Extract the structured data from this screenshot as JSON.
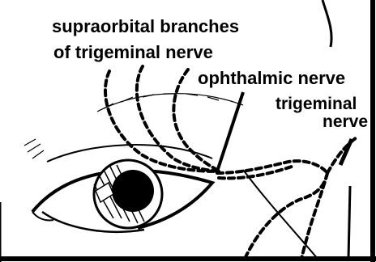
{
  "labels": {
    "supraorbital_line1": "supraorbital branches",
    "supraorbital_line2": "of trigeminal nerve",
    "ophthalmic": "ophthalmic nerve",
    "trigeminal_line1": "trigeminal",
    "trigeminal_line2": "nerve"
  },
  "colors": {
    "ink": "#000000",
    "paper": "#ffffff"
  }
}
